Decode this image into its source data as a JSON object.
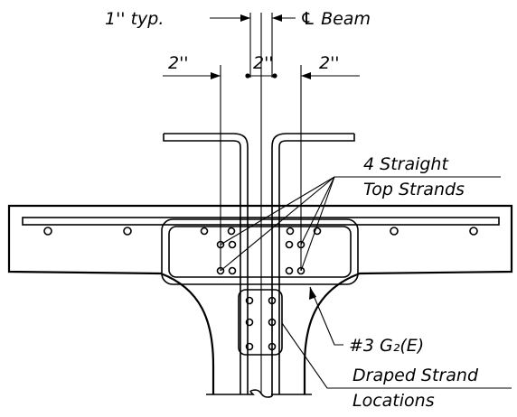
{
  "labels": {
    "one_inch_typ": "1'' typ.",
    "cl_beam": "℄ Beam",
    "dim_left": "2''",
    "dim_center": "2''",
    "dim_right": "2''",
    "straight_strands_line1": "4 Straight",
    "straight_strands_line2": "Top Strands",
    "stirrup_label": "#3 G₂(E)",
    "draped_line1": "Draped Strand",
    "draped_line2": "Locations"
  },
  "colors": {
    "ink": "#000000",
    "background": "#ffffff"
  }
}
